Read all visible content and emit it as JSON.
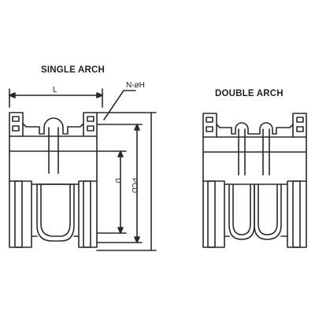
{
  "single_arch": {
    "title": "SINGLE ARCH",
    "dim_length": "L",
    "dim_bolt_holes": "N-øH",
    "dim_diameter": "D",
    "dim_pcd": "PCD"
  },
  "double_arch": {
    "title": "DOUBLE ARCH"
  },
  "colors": {
    "line": "#2a2a2a",
    "background": "#ffffff"
  }
}
